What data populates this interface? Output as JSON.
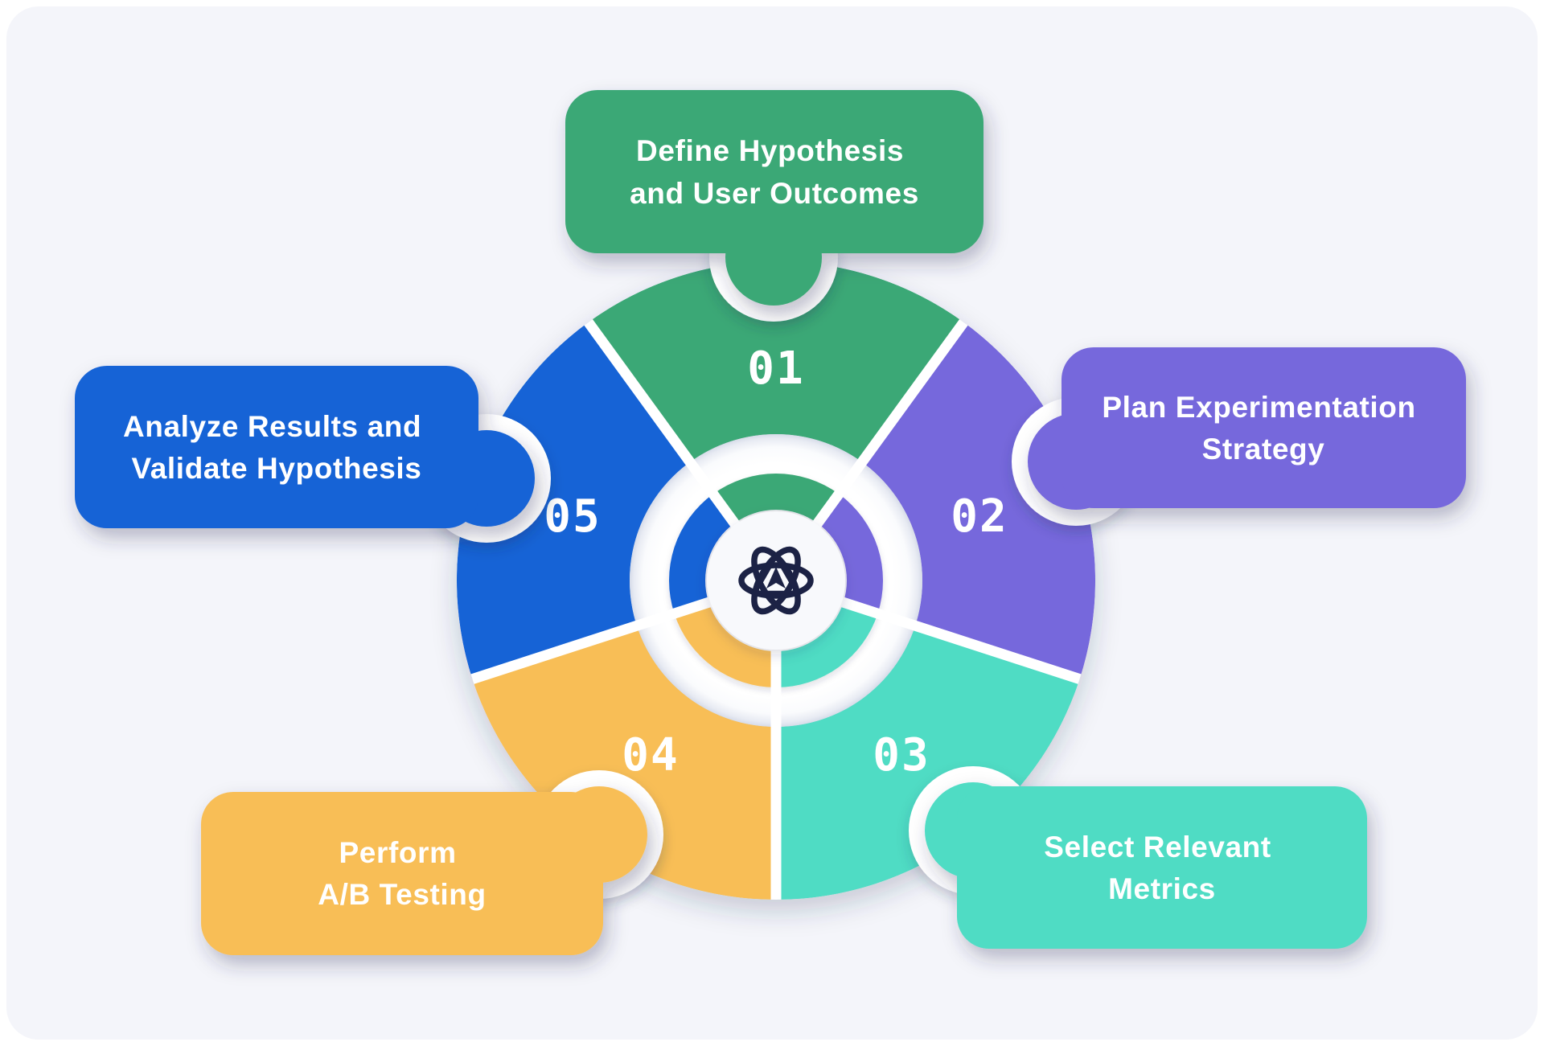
{
  "colors": {
    "panel": "#F4F5FA",
    "divider": "#FFFFFF",
    "socket": "#FFFFFF",
    "number": "#FFFFFF",
    "label": "#FFFFFF",
    "center_circle": "#F8F9FC",
    "icon": "#1A2344"
  },
  "center_icon": "atom-with-arrow-logo",
  "steps": [
    {
      "number": "01",
      "label": "Define Hypothesis and User Outcomes",
      "lines": [
        "Define Hypothesis",
        "and User Outcomes"
      ],
      "color": "#3AA876"
    },
    {
      "number": "02",
      "label": "Plan Experimentation Strategy",
      "lines": [
        "Plan Experimentation",
        "Strategy"
      ],
      "color": "#7667DC"
    },
    {
      "number": "03",
      "label": "Select Relevant Metrics",
      "lines": [
        "Select Relevant",
        "Metrics"
      ],
      "color": "#4FDCC4"
    },
    {
      "number": "04",
      "label": "Perform A/B Testing",
      "lines": [
        "Perform",
        "A/B Testing"
      ],
      "color": "#F8BE56"
    },
    {
      "number": "05",
      "label": "Analyze Results and Validate Hypothesis",
      "lines": [
        "Analyze Results and",
        "Validate Hypothesis"
      ],
      "color": "#1663D6"
    }
  ]
}
